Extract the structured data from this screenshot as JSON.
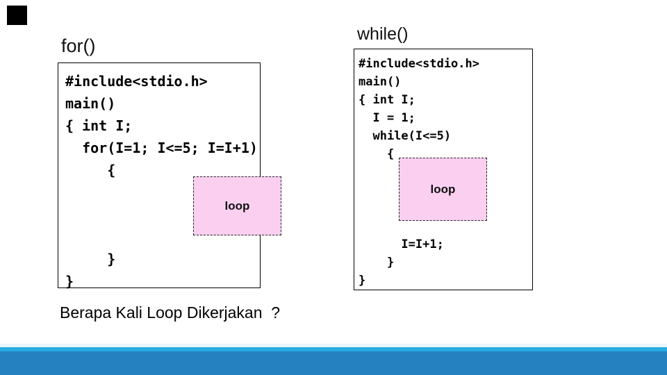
{
  "left_panel": {
    "heading": "for()",
    "code_lines": [
      "#include<stdio.h>",
      "main()",
      "{ int I;",
      "  for(I=1; I<=5; I=I+1)",
      "     {",
      "",
      "",
      "",
      "     }",
      "}"
    ],
    "loop_label": "loop",
    "question": "Berapa Kali Loop Dikerjakan  ?"
  },
  "right_panel": {
    "heading": "while()",
    "code_lines": [
      "#include<stdio.h>",
      "main()",
      "{ int I;",
      "  I = 1;",
      "  while(I<=5)",
      "    {",
      "",
      "",
      "",
      "",
      "      I=I+1;",
      "    }",
      "}"
    ],
    "loop_label": "loop"
  },
  "colors": {
    "loop_box_fill": "#FACFF0",
    "loop_box_border": "#222222",
    "accent_square": "#000000",
    "footer_pale": "#E9F6FB",
    "footer_cyan": "#29ABE2",
    "footer_blue": "#2681C0",
    "text": "#000000"
  }
}
